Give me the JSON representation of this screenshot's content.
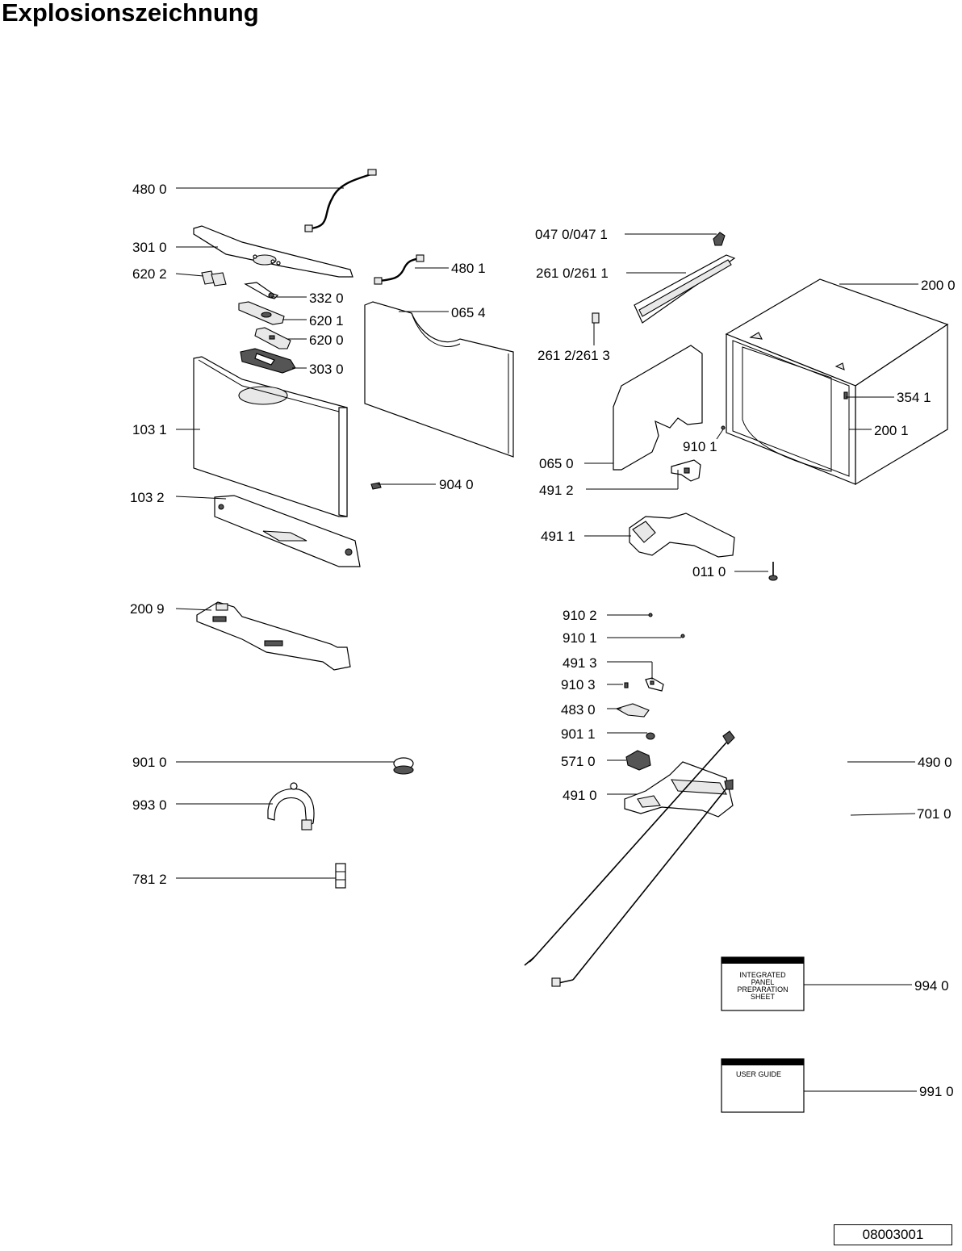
{
  "title": "Explosionszeichnung",
  "drawing_number": "08003001",
  "parts": {
    "p480_0": "480 0",
    "p301_0": "301 0",
    "p620_2": "620 2",
    "p332_0": "332 0",
    "p620_1": "620 1",
    "p620_0": "620 0",
    "p303_0": "303 0",
    "p480_1": "480 1",
    "p065_4": "065 4",
    "p103_1": "103 1",
    "p103_2": "103 2",
    "p904_0": "904 0",
    "p200_9": "200 9",
    "p901_0": "901 0",
    "p993_0": "993 0",
    "p781_2": "781 2",
    "p047_0": "047 0/047 1",
    "p261_0": "261 0/261 1",
    "p261_2": "261 2/261 3",
    "p200_0": "200 0",
    "p354_1": "354 1",
    "p200_1": "200 1",
    "p910_1a": "910 1",
    "p065_0": "065 0",
    "p491_2": "491 2",
    "p491_1": "491 1",
    "p011_0": "011 0",
    "p910_2": "910 2",
    "p910_1b": "910 1",
    "p491_3": "491 3",
    "p910_3": "910 3",
    "p483_0": "483 0",
    "p901_1": "901 1",
    "p571_0": "571 0",
    "p491_0": "491 0",
    "p490_0": "490 0",
    "p701_0": "701 0",
    "p994_0": "994 0",
    "p991_0": "991 0"
  },
  "documents": {
    "panel_sheet": [
      "INTEGRATED",
      "PANEL",
      "PREPARATION",
      "SHEET"
    ],
    "user_guide": "USER GUIDE"
  }
}
